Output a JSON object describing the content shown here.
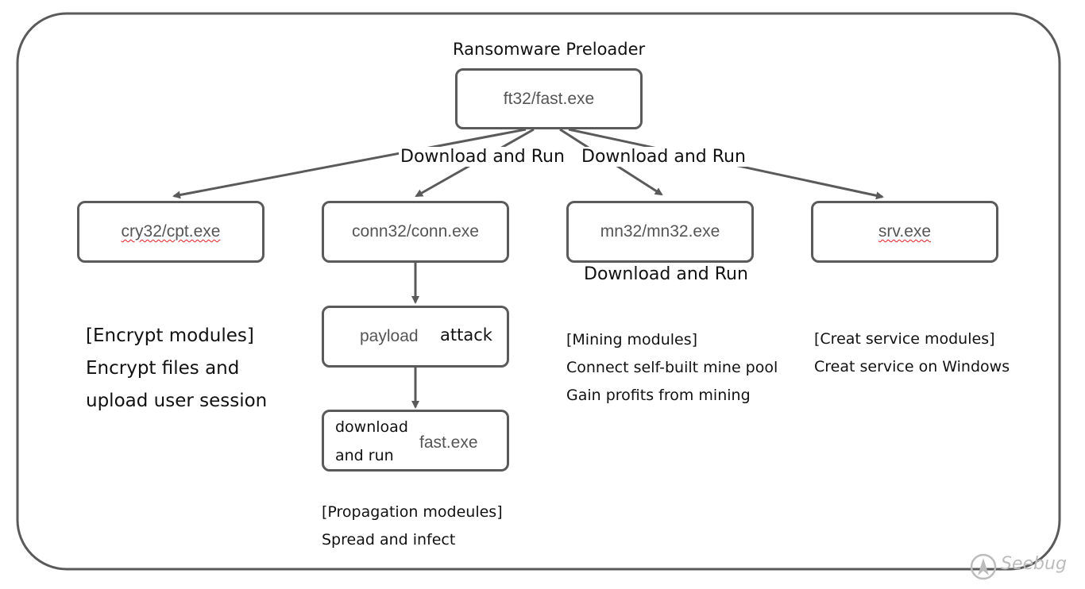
{
  "title": "Ransomware Preloader",
  "nodes": {
    "root": "ft32/fast.exe",
    "encrypt": "cry32/cpt.exe",
    "conn": "conn32/conn.exe",
    "mining": "mn32/mn32.exe",
    "service": "srv.exe",
    "payload": {
      "prefix": "payload",
      "suffix": "attack"
    },
    "download": {
      "line1": "download",
      "line2": "and run",
      "file": "fast.exe"
    }
  },
  "edge_labels": {
    "left": "Download and Run",
    "right": "Download and Run",
    "mining_below": "Download and Run"
  },
  "modules": {
    "encrypt": {
      "heading": "[Encrypt modules]",
      "line1": "Encrypt files and",
      "line2": "upload user session"
    },
    "propagation": {
      "heading": "[Propagation modeules]",
      "line1": "Spread and infect"
    },
    "mining": {
      "heading": "[Mining modules]",
      "line1": "Connect self-built mine pool",
      "line2": "Gain profits from mining"
    },
    "service": {
      "heading": "[Creat service modules]",
      "line1": "Creat service on Windows"
    }
  },
  "watermark": {
    "text": "Seebug",
    "icon": "seebug-logo-icon"
  },
  "colors": {
    "stroke": "#5a5a5a",
    "node_text": "#555555",
    "text": "#111111",
    "spellcheck": "#e02020",
    "watermark": "#bcbcbc"
  }
}
